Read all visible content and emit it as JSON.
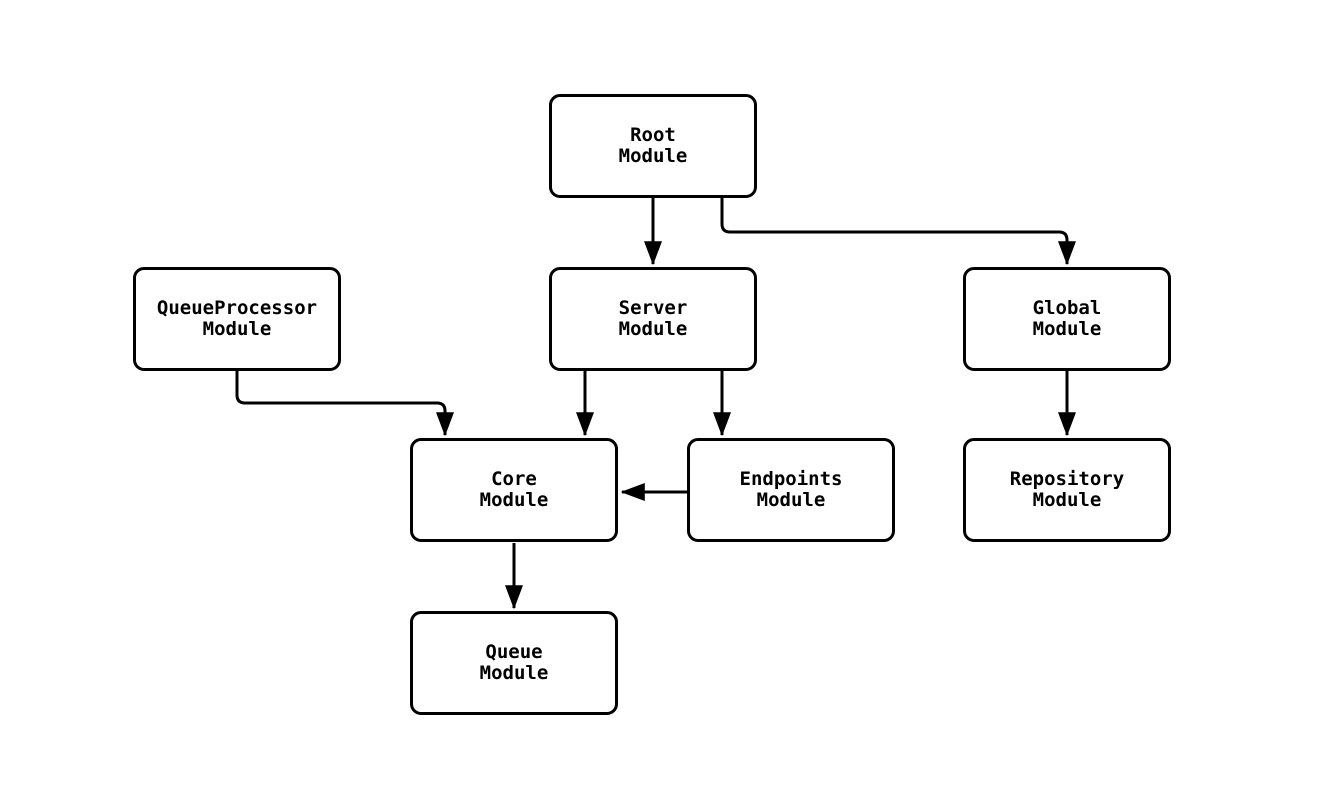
{
  "diagram": {
    "type": "flowchart",
    "background_color": "#ffffff",
    "node_fill_color": "#ffffff",
    "node_border_color": "#000000",
    "edge_color": "#000000",
    "text_color": "#000000",
    "nodes": [
      {
        "id": "root",
        "line1": "Root",
        "line2": "Module"
      },
      {
        "id": "queueprocessor",
        "line1": "QueueProcessor",
        "line2": "Module"
      },
      {
        "id": "server",
        "line1": "Server",
        "line2": "Module"
      },
      {
        "id": "global",
        "line1": "Global",
        "line2": "Module"
      },
      {
        "id": "core",
        "line1": "Core",
        "line2": "Module"
      },
      {
        "id": "endpoints",
        "line1": "Endpoints",
        "line2": "Module"
      },
      {
        "id": "repository",
        "line1": "Repository",
        "line2": "Module"
      },
      {
        "id": "queue",
        "line1": "Queue",
        "line2": "Module"
      }
    ],
    "edges": [
      {
        "from": "Root Module",
        "to": "Server Module"
      },
      {
        "from": "Root Module",
        "to": "Global Module"
      },
      {
        "from": "QueueProcessor Module",
        "to": "Core Module"
      },
      {
        "from": "Server Module",
        "to": "Core Module"
      },
      {
        "from": "Server Module",
        "to": "Endpoints Module"
      },
      {
        "from": "Endpoints Module",
        "to": "Core Module"
      },
      {
        "from": "Core Module",
        "to": "Queue Module"
      },
      {
        "from": "Global Module",
        "to": "Repository Module"
      }
    ]
  }
}
